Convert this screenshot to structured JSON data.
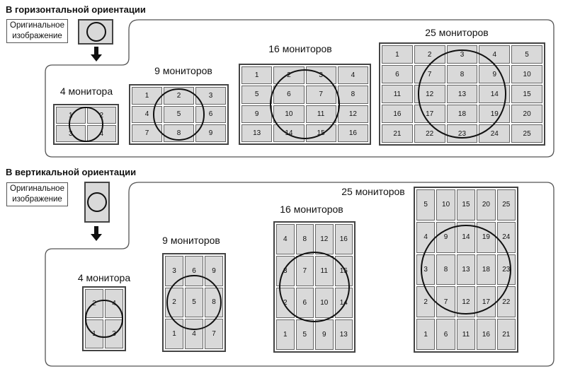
{
  "horizontal": {
    "title": "В горизонтальной ориентации",
    "original_label_line1": "Оригинальное",
    "original_label_line2": "изображение",
    "groups": [
      {
        "label": "4 монитора",
        "cols": 2,
        "rows": 2,
        "numbers": [
          1,
          2,
          3,
          4
        ]
      },
      {
        "label": "9 мониторов",
        "cols": 3,
        "rows": 3,
        "numbers": [
          1,
          2,
          3,
          4,
          5,
          6,
          7,
          8,
          9
        ]
      },
      {
        "label": "16 мониторов",
        "cols": 4,
        "rows": 4,
        "numbers": [
          1,
          2,
          3,
          4,
          5,
          6,
          7,
          8,
          9,
          10,
          11,
          12,
          13,
          14,
          15,
          16
        ]
      },
      {
        "label": "25 мониторов",
        "cols": 5,
        "rows": 5,
        "numbers": [
          1,
          2,
          3,
          4,
          5,
          6,
          7,
          8,
          9,
          10,
          11,
          12,
          13,
          14,
          15,
          16,
          17,
          18,
          19,
          20,
          21,
          22,
          23,
          24,
          25
        ]
      }
    ]
  },
  "vertical": {
    "title": "В вертикальной ориентации",
    "original_label_line1": "Оригинальное",
    "original_label_line2": "изображение",
    "groups": [
      {
        "label": "4 монитора",
        "cols": 2,
        "rows": 2,
        "numbers": [
          2,
          4,
          1,
          3
        ]
      },
      {
        "label": "9 мониторов",
        "cols": 3,
        "rows": 3,
        "numbers": [
          3,
          6,
          9,
          2,
          5,
          8,
          1,
          4,
          7
        ]
      },
      {
        "label": "16 мониторов",
        "cols": 4,
        "rows": 4,
        "numbers": [
          4,
          8,
          12,
          16,
          3,
          7,
          11,
          15,
          2,
          6,
          10,
          14,
          1,
          5,
          9,
          13
        ]
      },
      {
        "label": "25 мониторов",
        "cols": 5,
        "rows": 5,
        "numbers": [
          5,
          10,
          15,
          20,
          25,
          4,
          9,
          14,
          19,
          24,
          3,
          8,
          13,
          18,
          23,
          2,
          7,
          12,
          17,
          22,
          1,
          6,
          11,
          16,
          21
        ]
      }
    ]
  }
}
